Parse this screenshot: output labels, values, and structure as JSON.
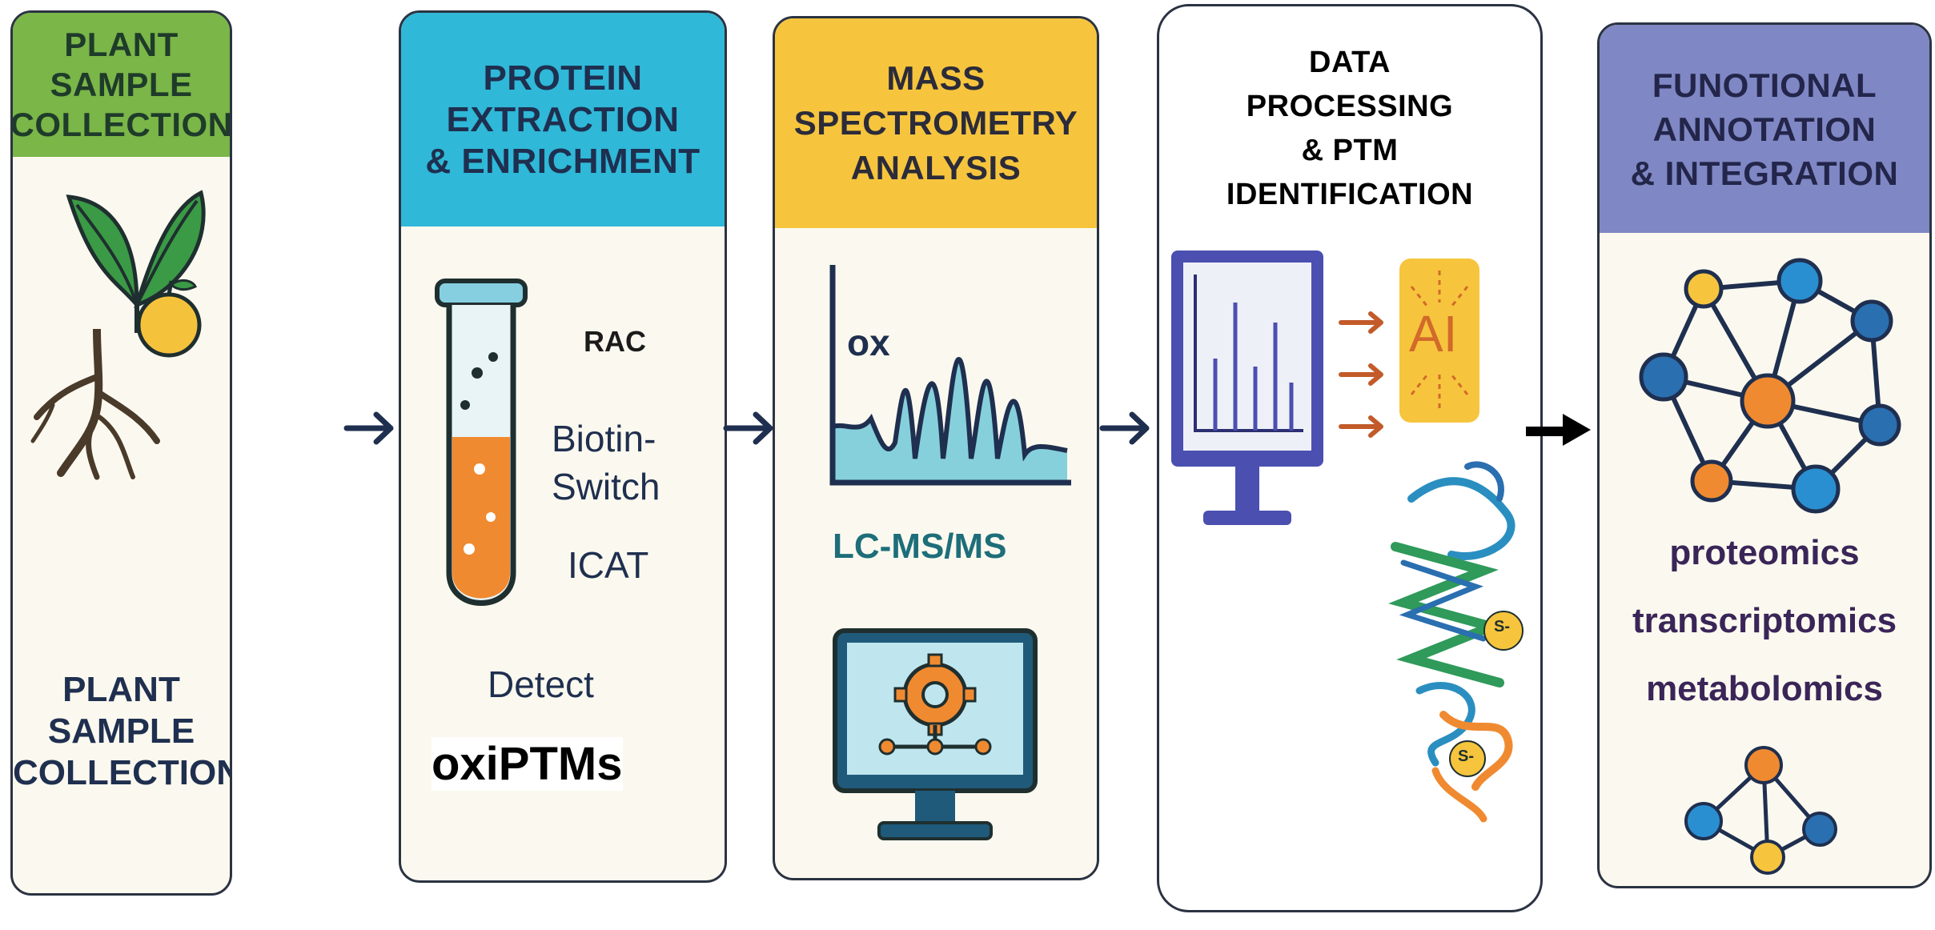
{
  "colors": {
    "green_header": "#7ab648",
    "cyan_header": "#2fb8d8",
    "yellow_header": "#f6c53d",
    "purple_header": "#7f87c4",
    "dark_navy": "#1f2f4f",
    "teal_text": "#1e6e7a",
    "plum_text": "#3a2558",
    "orange": "#f08a30"
  },
  "panels": [
    {
      "header_lines": [
        "PLANT",
        "SAMPLE",
        "COLLECTION"
      ],
      "footer_lines": [
        "PLANT",
        "SAMPLE",
        "COLLECTION"
      ],
      "icons": [
        "leaves-icon",
        "roots-icon",
        "fruit-icon"
      ]
    },
    {
      "header_lines": [
        "PROTEIN",
        "EXTRACTION",
        "& ENRICHMENT"
      ],
      "methods": [
        "RAC",
        "Biotin-",
        "Switch",
        "ICAT"
      ],
      "detect": "Detect",
      "oxiptms": "oxiPTMs",
      "icons": [
        "test-tube-icon"
      ]
    },
    {
      "header_lines": [
        "MASS",
        "SPECTROMETRY",
        "ANALYSIS"
      ],
      "ox_label": "ox",
      "lcms": "LC-MS/MS",
      "icons": [
        "spectrum-icon",
        "computer-gear-icon"
      ]
    },
    {
      "header_lines": [
        "DATA",
        "PROCESSING",
        "& PTM",
        "IDENTIFICATION"
      ],
      "ai_label": "AI",
      "s_labels": [
        "S-",
        "S-"
      ],
      "icons": [
        "monitor-bar-chart-icon",
        "ai-chip-icon",
        "protein-structure-icon"
      ]
    },
    {
      "header_lines": [
        "FUNOTIONAL",
        "ANNOTATION",
        "& INTEGRATION"
      ],
      "omics": [
        "proteomics",
        "transcriptomics",
        "metabolomics"
      ],
      "icons": [
        "network-icon",
        "small-network-icon"
      ]
    }
  ]
}
